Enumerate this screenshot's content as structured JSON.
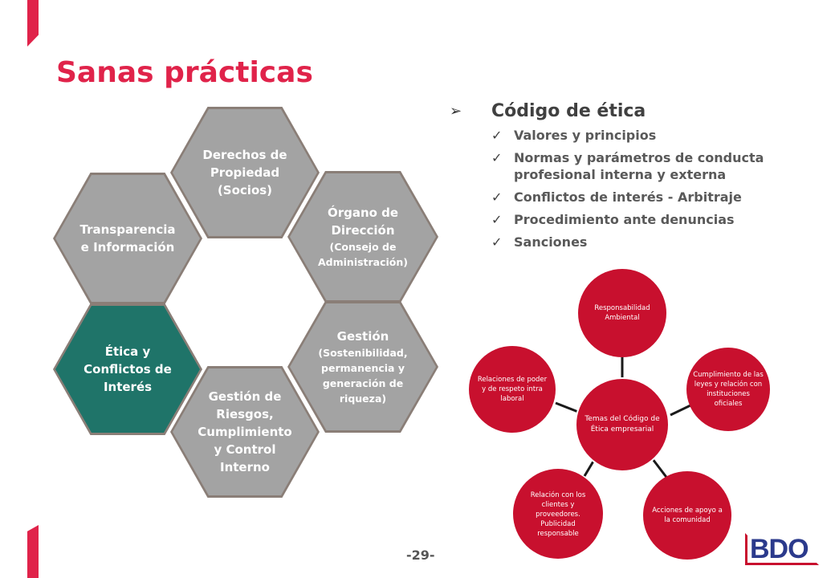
{
  "title": "Sanas prácticas",
  "colors": {
    "accent": "#e0234a",
    "hex_gray": "#a3a3a3",
    "hex_teal": "#1f7469",
    "hex_border": "#8a7e77",
    "circle_red": "#c8102e",
    "logo_blue": "#2b3a8c"
  },
  "hexagons": [
    {
      "id": "propiedad",
      "main": "Derechos de Propiedad (Socios)",
      "sub": ""
    },
    {
      "id": "organo",
      "main": "Órgano de Dirección",
      "sub": "(Consejo de Administración)"
    },
    {
      "id": "gestion",
      "main": "Gestión",
      "sub": "(Sostenibilidad, permanencia y generación de riqueza)"
    },
    {
      "id": "riesgos",
      "main": "Gestión de Riesgos, Cumplimiento y Control Interno",
      "sub": ""
    },
    {
      "id": "etica",
      "main": "Ética y Conflictos de Interés",
      "sub": ""
    },
    {
      "id": "transparencia",
      "main": "Transparencia e Información",
      "sub": ""
    }
  ],
  "code": {
    "bullet_icon": "arrow-bullet-icon",
    "title": "Código de ética",
    "check_icon": "check-icon",
    "items": [
      "Valores y principios",
      "Normas y parámetros de conducta profesional interna y externa",
      "Conflictos de interés - Arbitraje",
      "Procedimiento ante denuncias",
      "Sanciones"
    ]
  },
  "diagram": {
    "center": "Temas del Código de Ética empresarial",
    "nodes": [
      "Responsabilidad Ambiental",
      "Cumplimiento de las leyes y relación con instituciones oficiales",
      "Acciones de apoyo a la comunidad",
      "Relación con los clientes y proveedores. Publicidad responsable",
      "Relaciones de poder y de respeto intra laboral"
    ]
  },
  "page_number": "-29-",
  "logo": "BDO"
}
